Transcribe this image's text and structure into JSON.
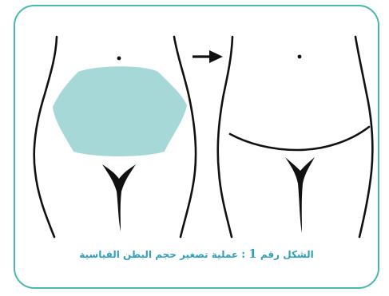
{
  "figure": {
    "caption_prefix": "الشكل رقم",
    "caption_number": "1",
    "caption_separator": ":",
    "caption_text": "عملية تصغير حجم البطن  القياسية"
  },
  "colors": {
    "frame": "#45b9ad",
    "fat_area": "#a7d8d8",
    "outline": "#111111",
    "caption": "#2f9fc0"
  }
}
